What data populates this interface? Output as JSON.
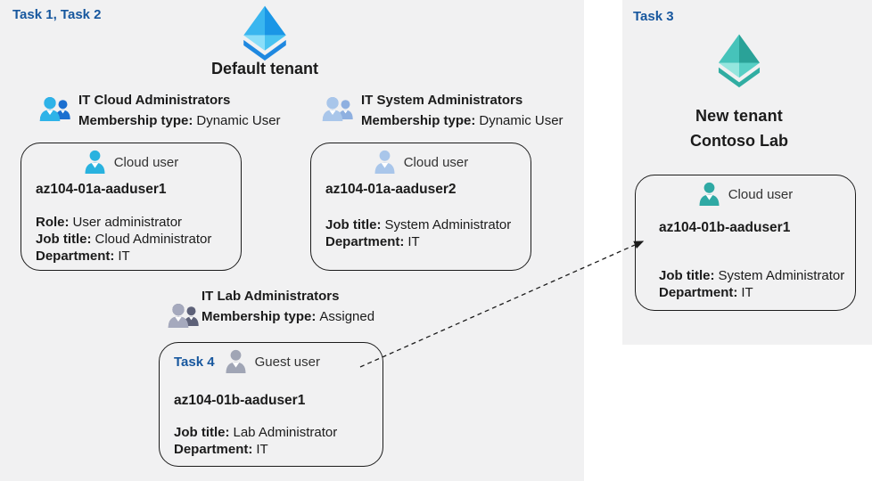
{
  "colors": {
    "panel_bg": "#f1f1f2",
    "task_accent": "#17579e",
    "text": "#1b1b1b",
    "tenant_blue": "#1f88e0",
    "tenant_teal": "#30ada2",
    "cloud_user_cyan": "#29b2df",
    "cloud_user_light_blue": "#a9c6ea",
    "guest_user_gray": "#a0a5b5",
    "cloud_user_teal": "#2fa9a4"
  },
  "icons": {
    "tenant": "entra-tenant-pyramid-icon",
    "group": "two-users-icon",
    "user": "person-icon"
  },
  "default_tenant": {
    "task_label": "Task 1, Task 2",
    "tenant_name": "Default tenant",
    "groups": [
      {
        "name": "IT Cloud Administrators",
        "membership_label": "Membership type:",
        "membership_value": "Dynamic User"
      },
      {
        "name": "IT System Administrators",
        "membership_label": "Membership type:",
        "membership_value": "Dynamic User"
      },
      {
        "name": "IT Lab Administrators",
        "membership_label": "Membership type:",
        "membership_value": "Assigned"
      }
    ],
    "cards": [
      {
        "type_label": "Cloud user",
        "name": "az104-01a-aaduser1",
        "fields": [
          {
            "label": "Role:",
            "value": "User administrator"
          },
          {
            "label": "Job title:",
            "value": "Cloud Administrator"
          },
          {
            "label": "Department:",
            "value": "IT"
          }
        ]
      },
      {
        "type_label": "Cloud user",
        "name": "az104-01a-aaduser2",
        "fields": [
          {
            "label": "Job title:",
            "value": "System Administrator"
          },
          {
            "label": "Department:",
            "value": "IT"
          }
        ]
      },
      {
        "task_label": "Task 4",
        "type_label": "Guest user",
        "name": "az104-01b-aaduser1",
        "fields": [
          {
            "label": "Job title:",
            "value": "Lab Administrator"
          },
          {
            "label": "Department:",
            "value": "IT"
          }
        ]
      }
    ]
  },
  "new_tenant": {
    "task_label": "Task 3",
    "tenant_name_line1": "New tenant",
    "tenant_name_line2": "Contoso Lab",
    "card": {
      "type_label": "Cloud user",
      "name": "az104-01b-aaduser1",
      "fields": [
        {
          "label": "Job title:",
          "value": "System Administrator"
        },
        {
          "label": "Department:",
          "value": "IT"
        }
      ]
    }
  },
  "connector": {
    "type": "dashed-arrow",
    "from": "guest-user-card",
    "to": "new-tenant-user-card"
  }
}
